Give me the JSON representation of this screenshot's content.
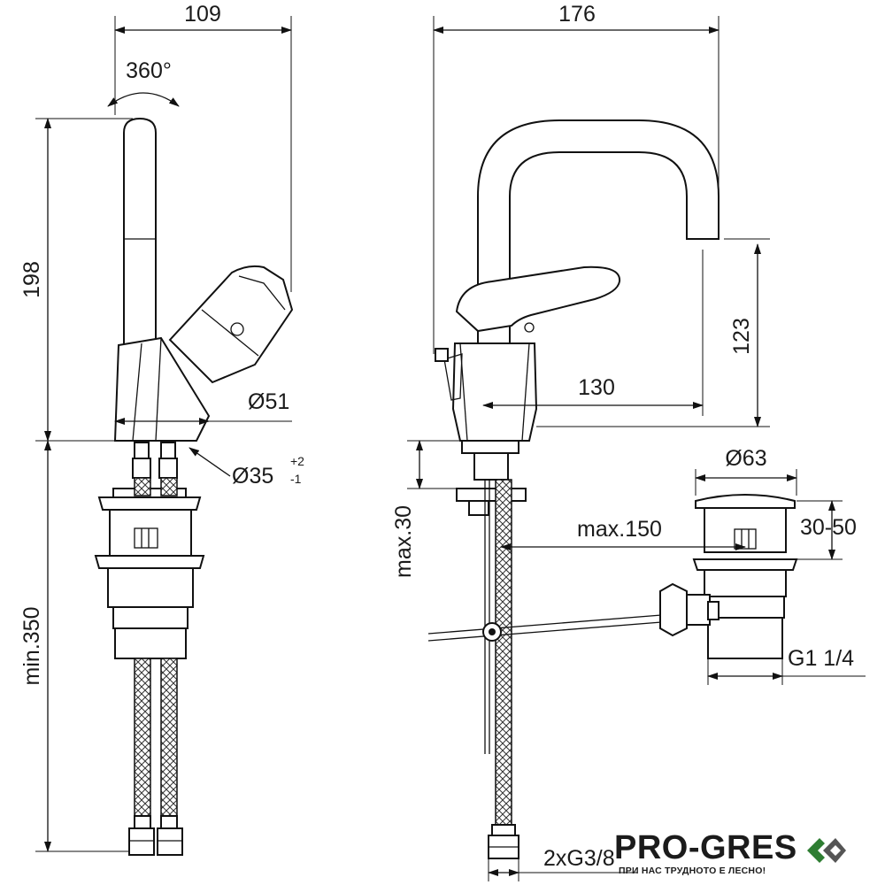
{
  "dimensions": {
    "left_width": "109",
    "rotation": "360°",
    "left_height": "198",
    "base_diameter": "Ø51",
    "hole_diameter": "Ø35",
    "hole_tol_upper": "+2",
    "hole_tol_lower": "-1",
    "min_hose_length": "min.350",
    "right_width": "176",
    "spout_height": "123",
    "spout_reach": "130",
    "counter_thickness": "max.30",
    "rod_length": "max.150",
    "waste_diameter": "Ø63",
    "waste_range": "30-50",
    "waste_thread": "G1 1/4",
    "hose_thread": "2xG3/8"
  },
  "brand": {
    "name": "PRO-GRES",
    "tagline": "ПРИ НАС ТРУДНОТО Е ЛЕСНО!",
    "accent_color": "#2e7d32",
    "mark_icon": "double-chevron-diamond-icon"
  }
}
